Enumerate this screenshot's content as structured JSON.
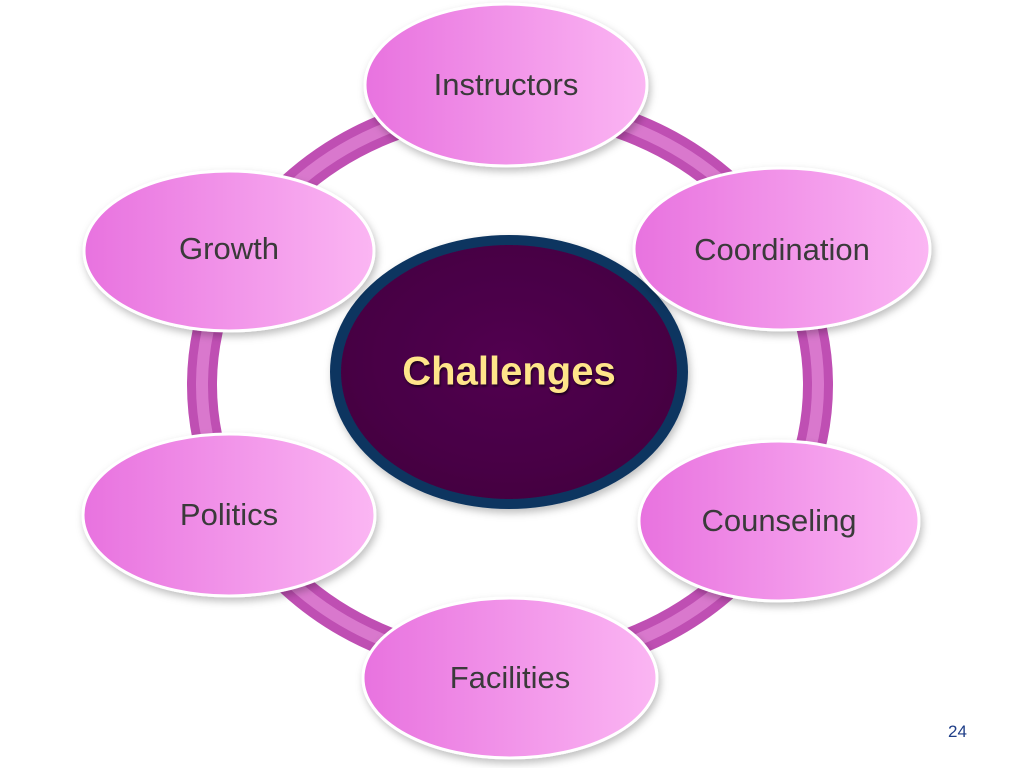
{
  "diagram": {
    "center": {
      "label": "Challenges",
      "fill": "#4a0046",
      "border": "#123a66",
      "text_color": "#ffe58a"
    },
    "nodes": [
      {
        "id": "instructors",
        "label": "Instructors"
      },
      {
        "id": "coordination",
        "label": "Coordination"
      },
      {
        "id": "counseling",
        "label": "Counseling"
      },
      {
        "id": "facilities",
        "label": "Facilities"
      },
      {
        "id": "politics",
        "label": "Politics"
      },
      {
        "id": "growth",
        "label": "Growth"
      }
    ],
    "node_fill_light": "#f8a8ee",
    "node_fill_dark": "#e066d8",
    "ring_color": "#c95dbd"
  },
  "footer": {
    "page_number": "24"
  }
}
